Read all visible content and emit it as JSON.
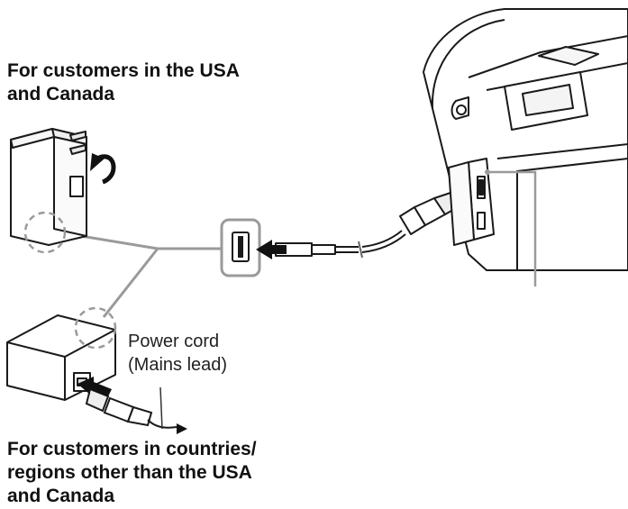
{
  "labels": {
    "usa_line1": "For customers in the USA",
    "usa_line2": "and Canada",
    "other_line1": "For customers in countries/",
    "other_line2": "regions other than the USA",
    "other_line3": "and Canada",
    "cord_line1": "Power cord",
    "cord_line2": "(Mains lead)"
  },
  "colors": {
    "outline": "#1a1a1a",
    "gray_connector": "#9a9a9a",
    "arrow_fill": "#111111"
  }
}
